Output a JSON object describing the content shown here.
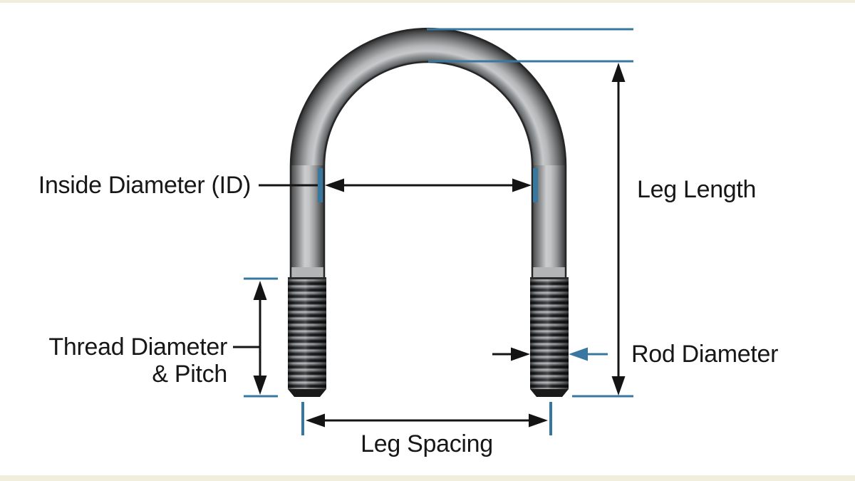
{
  "labels": {
    "inside_diameter": "Inside Diameter (ID)",
    "leg_length": "Leg Length",
    "thread_diameter_line1": "Thread Diameter",
    "thread_diameter_line2": "& Pitch",
    "rod_diameter": "Rod Diameter",
    "leg_spacing": "Leg Spacing"
  },
  "colors": {
    "dimension_accent_blue": "#3878a0",
    "dimension_line_black": "#141414",
    "label_text": "#171717",
    "background": "#ffffff",
    "page_border_cream": "#f1eedd",
    "steel_highlight": "#cbcdce",
    "steel_shadow": "#353535",
    "thread_dark": "#1d1d1d"
  }
}
